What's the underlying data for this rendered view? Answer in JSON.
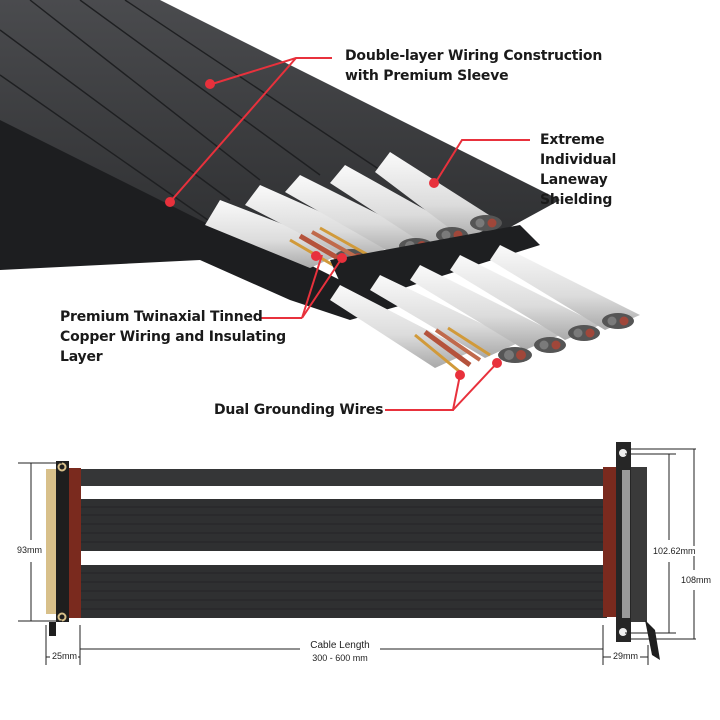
{
  "callouts": {
    "double_layer": {
      "line1": "Double-layer Wiring Construction",
      "line2": "with Premium Sleeve"
    },
    "shielding": {
      "line1": "Extreme",
      "line2": "Individual",
      "line3": "Laneway",
      "line4": "Shielding"
    },
    "twinaxial": {
      "line1": "Premium Twinaxial Tinned",
      "line2": "Copper Wiring and Insulating",
      "line3": "Layer"
    },
    "grounding": {
      "line1": "Dual Grounding Wires"
    }
  },
  "dimensions": {
    "left_height": "93mm",
    "left_width": "25mm",
    "right_inner_height": "102.62mm",
    "right_outer_height": "108mm",
    "right_width": "29mm",
    "cable_length_label": "Cable Length",
    "cable_length_value": "300 - 600 mm"
  },
  "colors": {
    "accent_red": "#e8313c",
    "sleeve_dark": "#3a3b3d",
    "shield_white": "#e6e6e6",
    "copper": "#b5533c",
    "connector_brown": "#7a2a1e",
    "gold_fingers": "#d8c08a"
  }
}
